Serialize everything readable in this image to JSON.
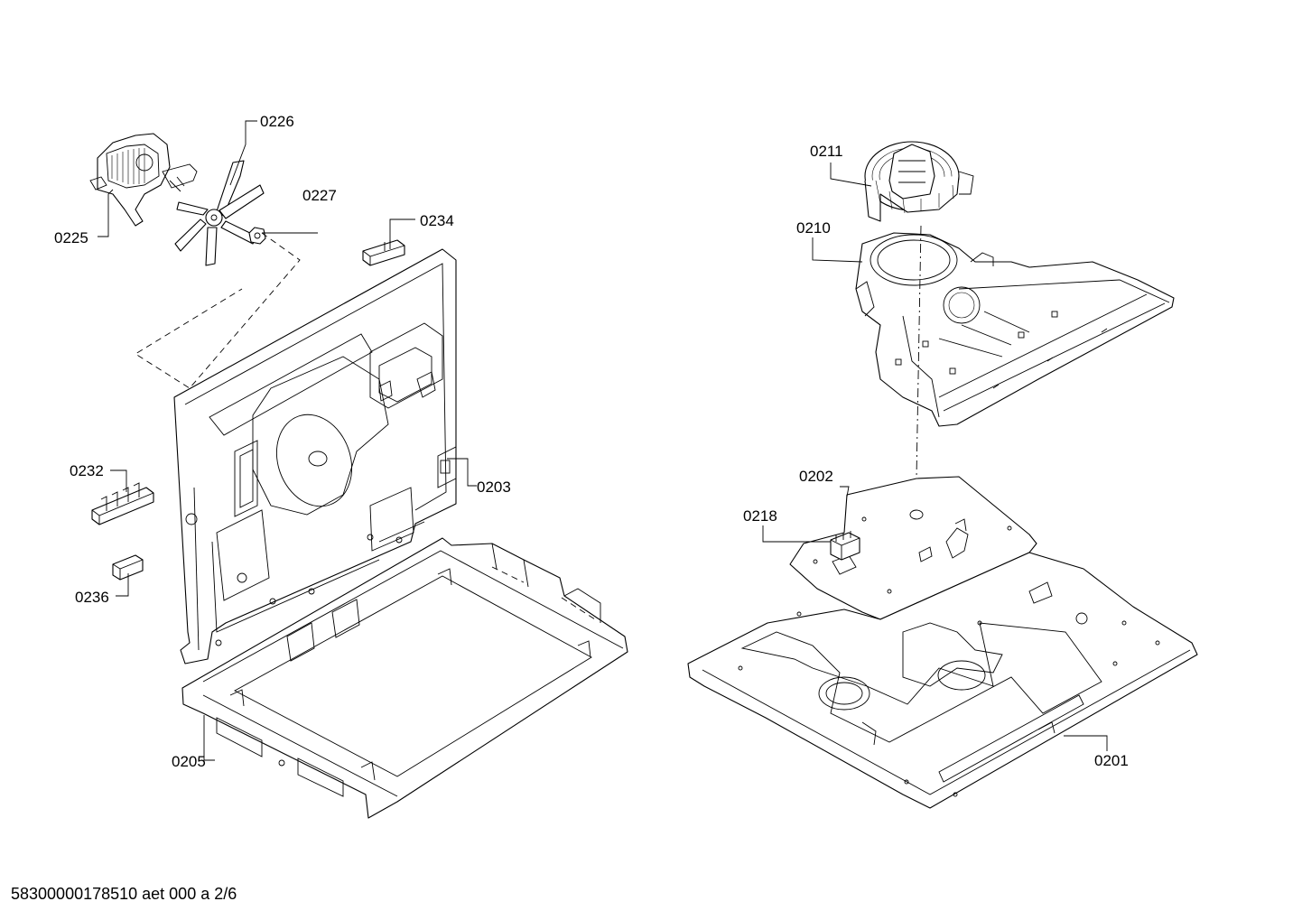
{
  "callouts": {
    "c0225": "0225",
    "c0226": "0226",
    "c0227": "0227",
    "c0234": "0234",
    "c0232": "0232",
    "c0203": "0203",
    "c0236": "0236",
    "c0205": "0205",
    "c0211": "0211",
    "c0210": "0210",
    "c0202": "0202",
    "c0218": "0218",
    "c0201": "0201"
  },
  "footer": {
    "document_code": "58300000178510 aet 000 a 2/6"
  }
}
